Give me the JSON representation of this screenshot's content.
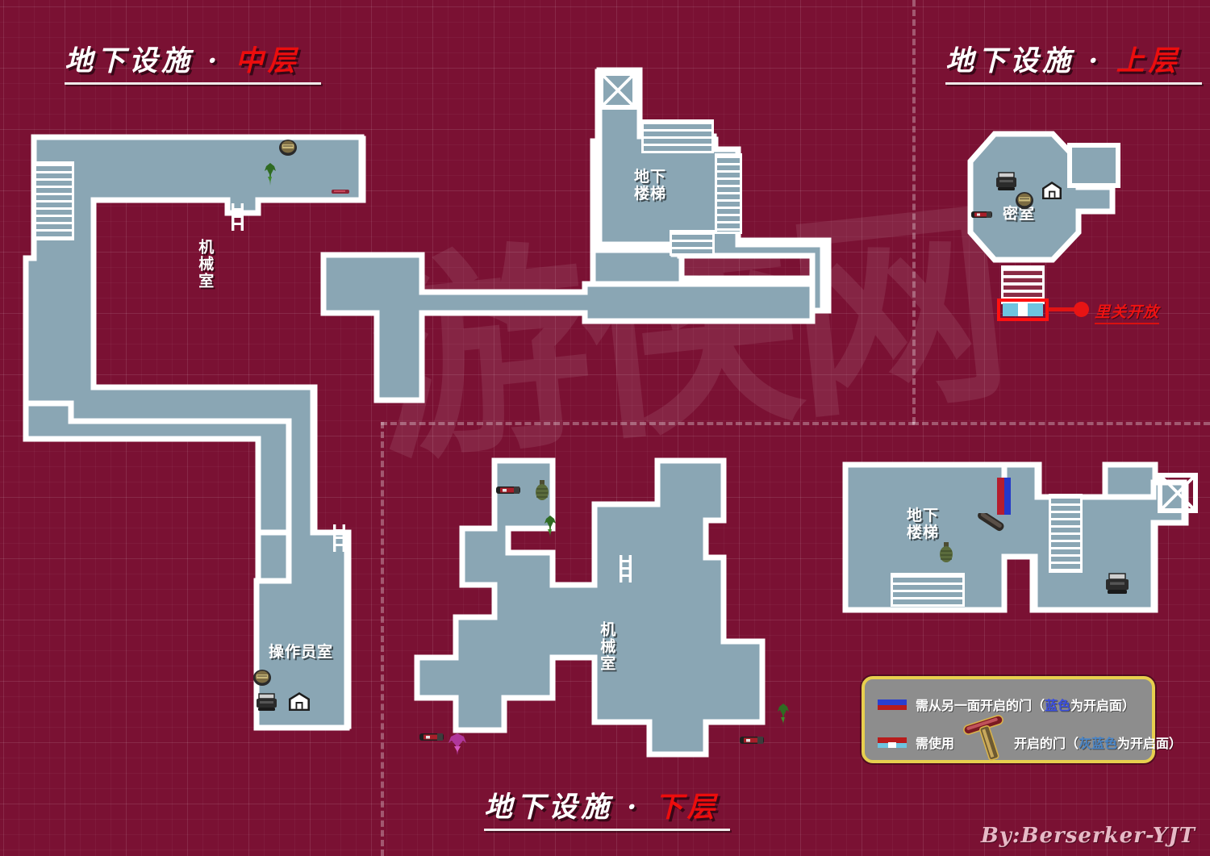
{
  "page": {
    "background_color": "#7a1133",
    "room_fill_color": "#8aa6b4",
    "room_outline_color": "#ffffff",
    "accent_red": "#ec0d0d",
    "watermark_text": "游侠网"
  },
  "signature": "By:Berserker-YJT",
  "sections": {
    "middle": {
      "prefix": "地下设施 ·",
      "accent": "中层"
    },
    "upper": {
      "prefix": "地下设施 ·",
      "accent": "上层"
    },
    "lower": {
      "prefix": "地下设施 ·",
      "accent": "下层"
    }
  },
  "room_labels": {
    "middle_machine_room": "机械室",
    "middle_operator_room": "操作员室",
    "middle_stairs": "地下\n楼梯",
    "upper_secret_room": "密室",
    "lower_machine_room": "机械室",
    "lower_stairs": "地下\n楼梯"
  },
  "annotations": {
    "inner_stage_open": "里关开放"
  },
  "legend": {
    "rows": [
      {
        "icon": "door-blue-red-swatch",
        "text_before": "需从另一面开启的门（",
        "highlight": "蓝色",
        "text_after": "为开启面）"
      },
      {
        "icon": "door-red-cyan-swatch",
        "text_before": "需使用",
        "tool_icon": "crank-handle-icon",
        "text_mid": "开启的门（",
        "highlight": "灰蓝色",
        "text_after": "为开启面）"
      }
    ]
  },
  "icons": {
    "typewriter": "typewriter-icon",
    "item_box": "item-box-icon",
    "save_disc": "save-disc-icon",
    "weapon": "weapon-icon",
    "grenade": "grenade-icon",
    "green_herb": "green-herb-icon",
    "red_herb": "red-herb-icon",
    "pipe": "metal-pipe-icon",
    "ladder": "ladder-icon",
    "shaft": "elevator-shaft-icon"
  }
}
